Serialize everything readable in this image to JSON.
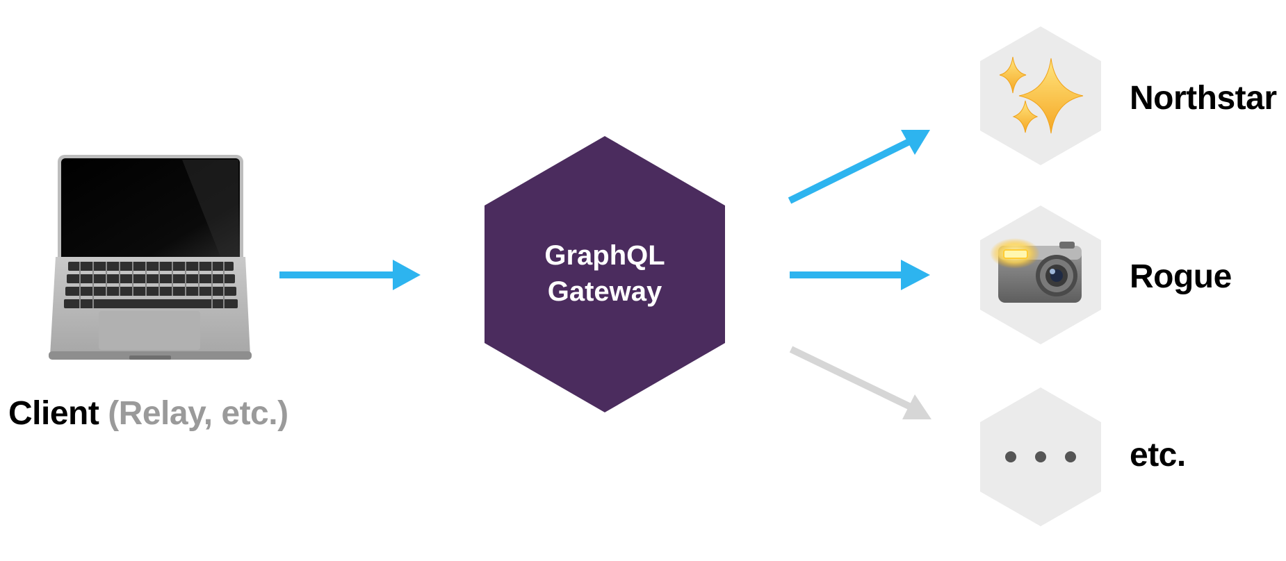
{
  "client": {
    "name": "Client",
    "detail": "(Relay, etc.)",
    "icon": "laptop-icon"
  },
  "gateway": {
    "line1": "GraphQL",
    "line2": "Gateway",
    "color": "#4b2c5e"
  },
  "services": [
    {
      "label": "Northstar",
      "icon": "sparkles-icon"
    },
    {
      "label": "Rogue",
      "icon": "camera-flash-icon"
    },
    {
      "label": "etc.",
      "icon": "ellipsis-icon"
    }
  ],
  "colors": {
    "arrow_active": "#2db4ef",
    "arrow_inactive": "#d6d6d6",
    "service_hex": "#ebebeb",
    "gateway": "#4b2c5e"
  }
}
